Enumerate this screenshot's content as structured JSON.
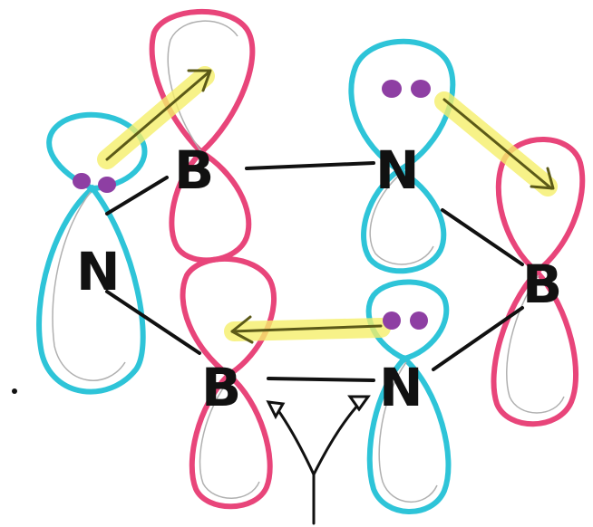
{
  "atoms": [
    {
      "id": "n-left",
      "symbol": "N",
      "element": "nitrogen",
      "lone_pair": true
    },
    {
      "id": "b-top",
      "symbol": "B",
      "element": "boron",
      "lone_pair": false
    },
    {
      "id": "n-top-right",
      "symbol": "N",
      "element": "nitrogen",
      "lone_pair": true
    },
    {
      "id": "b-right",
      "symbol": "B",
      "element": "boron",
      "lone_pair": false
    },
    {
      "id": "n-bottom-right",
      "symbol": "N",
      "element": "nitrogen",
      "lone_pair": true
    },
    {
      "id": "b-bottom-left",
      "symbol": "B",
      "element": "boron",
      "lone_pair": false
    }
  ],
  "colors": {
    "nitrogen_orbital": "#2ec4d8",
    "boron_orbital": "#e8457a",
    "lone_pair": "#8e3fa3",
    "donation_arrow_glow": "#f5ef6a",
    "donation_arrow": "#5c5a18",
    "bond": "#111111",
    "pencil": "#9a9a9a"
  }
}
